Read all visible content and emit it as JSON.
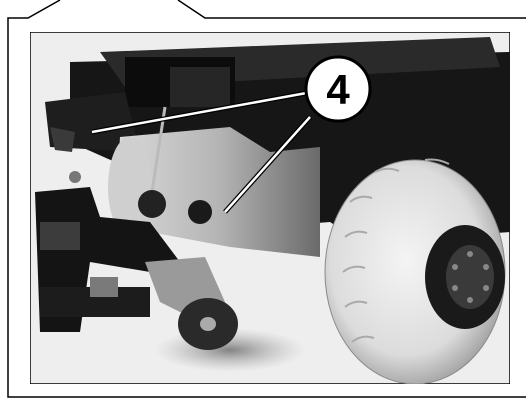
{
  "figure": {
    "callout_label": "4",
    "colors": {
      "ink": "#000000",
      "paper": "#ffffff",
      "photo_dark": "#1a1a1a",
      "photo_mid": "#8a8a8a",
      "photo_light": "#e6e6e6"
    },
    "icons": [
      "machine-photo",
      "callout-circle",
      "leader-line"
    ]
  }
}
